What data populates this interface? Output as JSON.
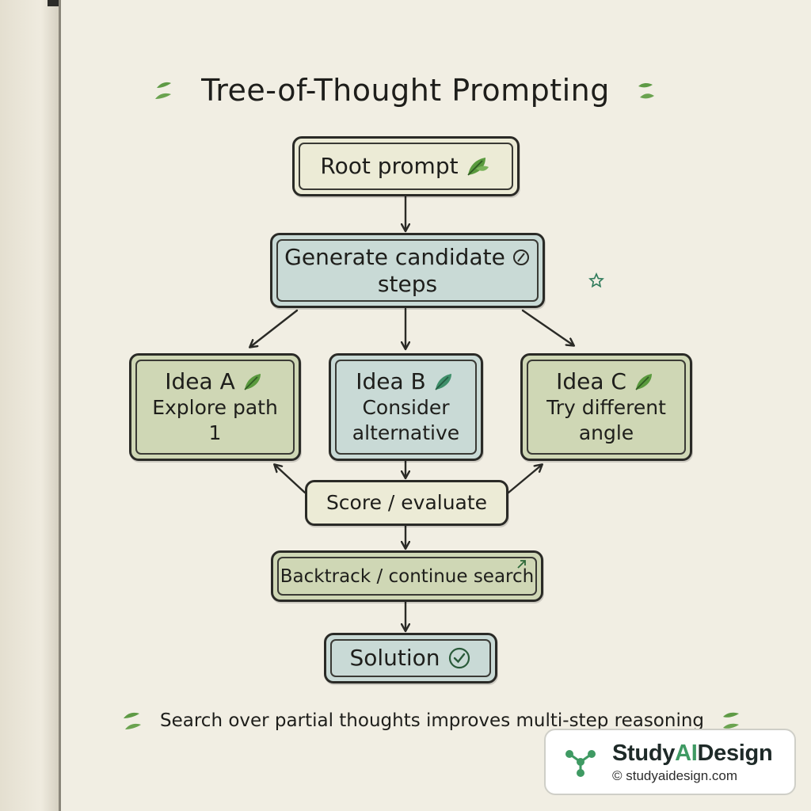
{
  "title": "Tree-of-Thought Prompting",
  "nodes": {
    "root": "Root prompt",
    "generate_line1": "Generate candidate",
    "generate_line2": "steps",
    "idea_a_title": "Idea A",
    "idea_a_line1": "Explore path",
    "idea_a_line2": "1",
    "idea_b_title": "Idea B",
    "idea_b_line1": "Consider",
    "idea_b_line2": "alternative",
    "idea_c_title": "Idea C",
    "idea_c_line1": "Try different",
    "idea_c_line2": "angle",
    "score": "Score / evaluate",
    "backtrack": "Backtrack / continue search",
    "solution": "Solution"
  },
  "footer": "Search over partial thoughts improves multi-step reasoning",
  "brand": {
    "name_part1": "Study",
    "name_part2": "AI",
    "name_part3": "Design",
    "url": "© studyaidesign.com"
  },
  "colors": {
    "cream_box": "#ecebd6",
    "blue_box": "#c9dad6",
    "green_box": "#cfd7b5",
    "leaf_green": "#4e8a3a",
    "brand_accent": "#3f9a63"
  },
  "icons": [
    "leaf-icon",
    "compass-icon",
    "star-icon",
    "check-circle-icon",
    "arrow-up-right-icon",
    "network-logo-icon"
  ]
}
